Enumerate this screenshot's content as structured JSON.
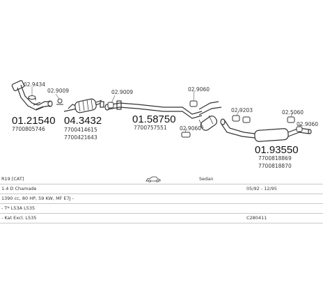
{
  "parts": {
    "p1": {
      "code": "01.21540",
      "oe": "7700805746"
    },
    "p2": {
      "code": "04.3432",
      "oe": [
        "7700414615",
        "7700421643"
      ]
    },
    "p3": {
      "code": "01.58750",
      "oe": "7700757551"
    },
    "p4": {
      "code": "01.93550",
      "oe": [
        "7700818869",
        "7700818870"
      ]
    }
  },
  "small_parts": [
    "02.9434",
    "02.9009",
    "02.9009",
    "02.9060",
    "02.9060",
    "02.9203",
    "02.5060",
    "02.9060"
  ],
  "vehicle": {
    "model": "R19 [CAT]",
    "body": "Sedan",
    "engine": "1.4 D Chamade",
    "years": "05/92 - 12/95",
    "spec": "1390 cc, 80 HP, 59 KW, MF E7J -",
    "note1": "- T* L53A L535",
    "note2": "- Kat Excl. L535",
    "catalog": "C280411"
  }
}
